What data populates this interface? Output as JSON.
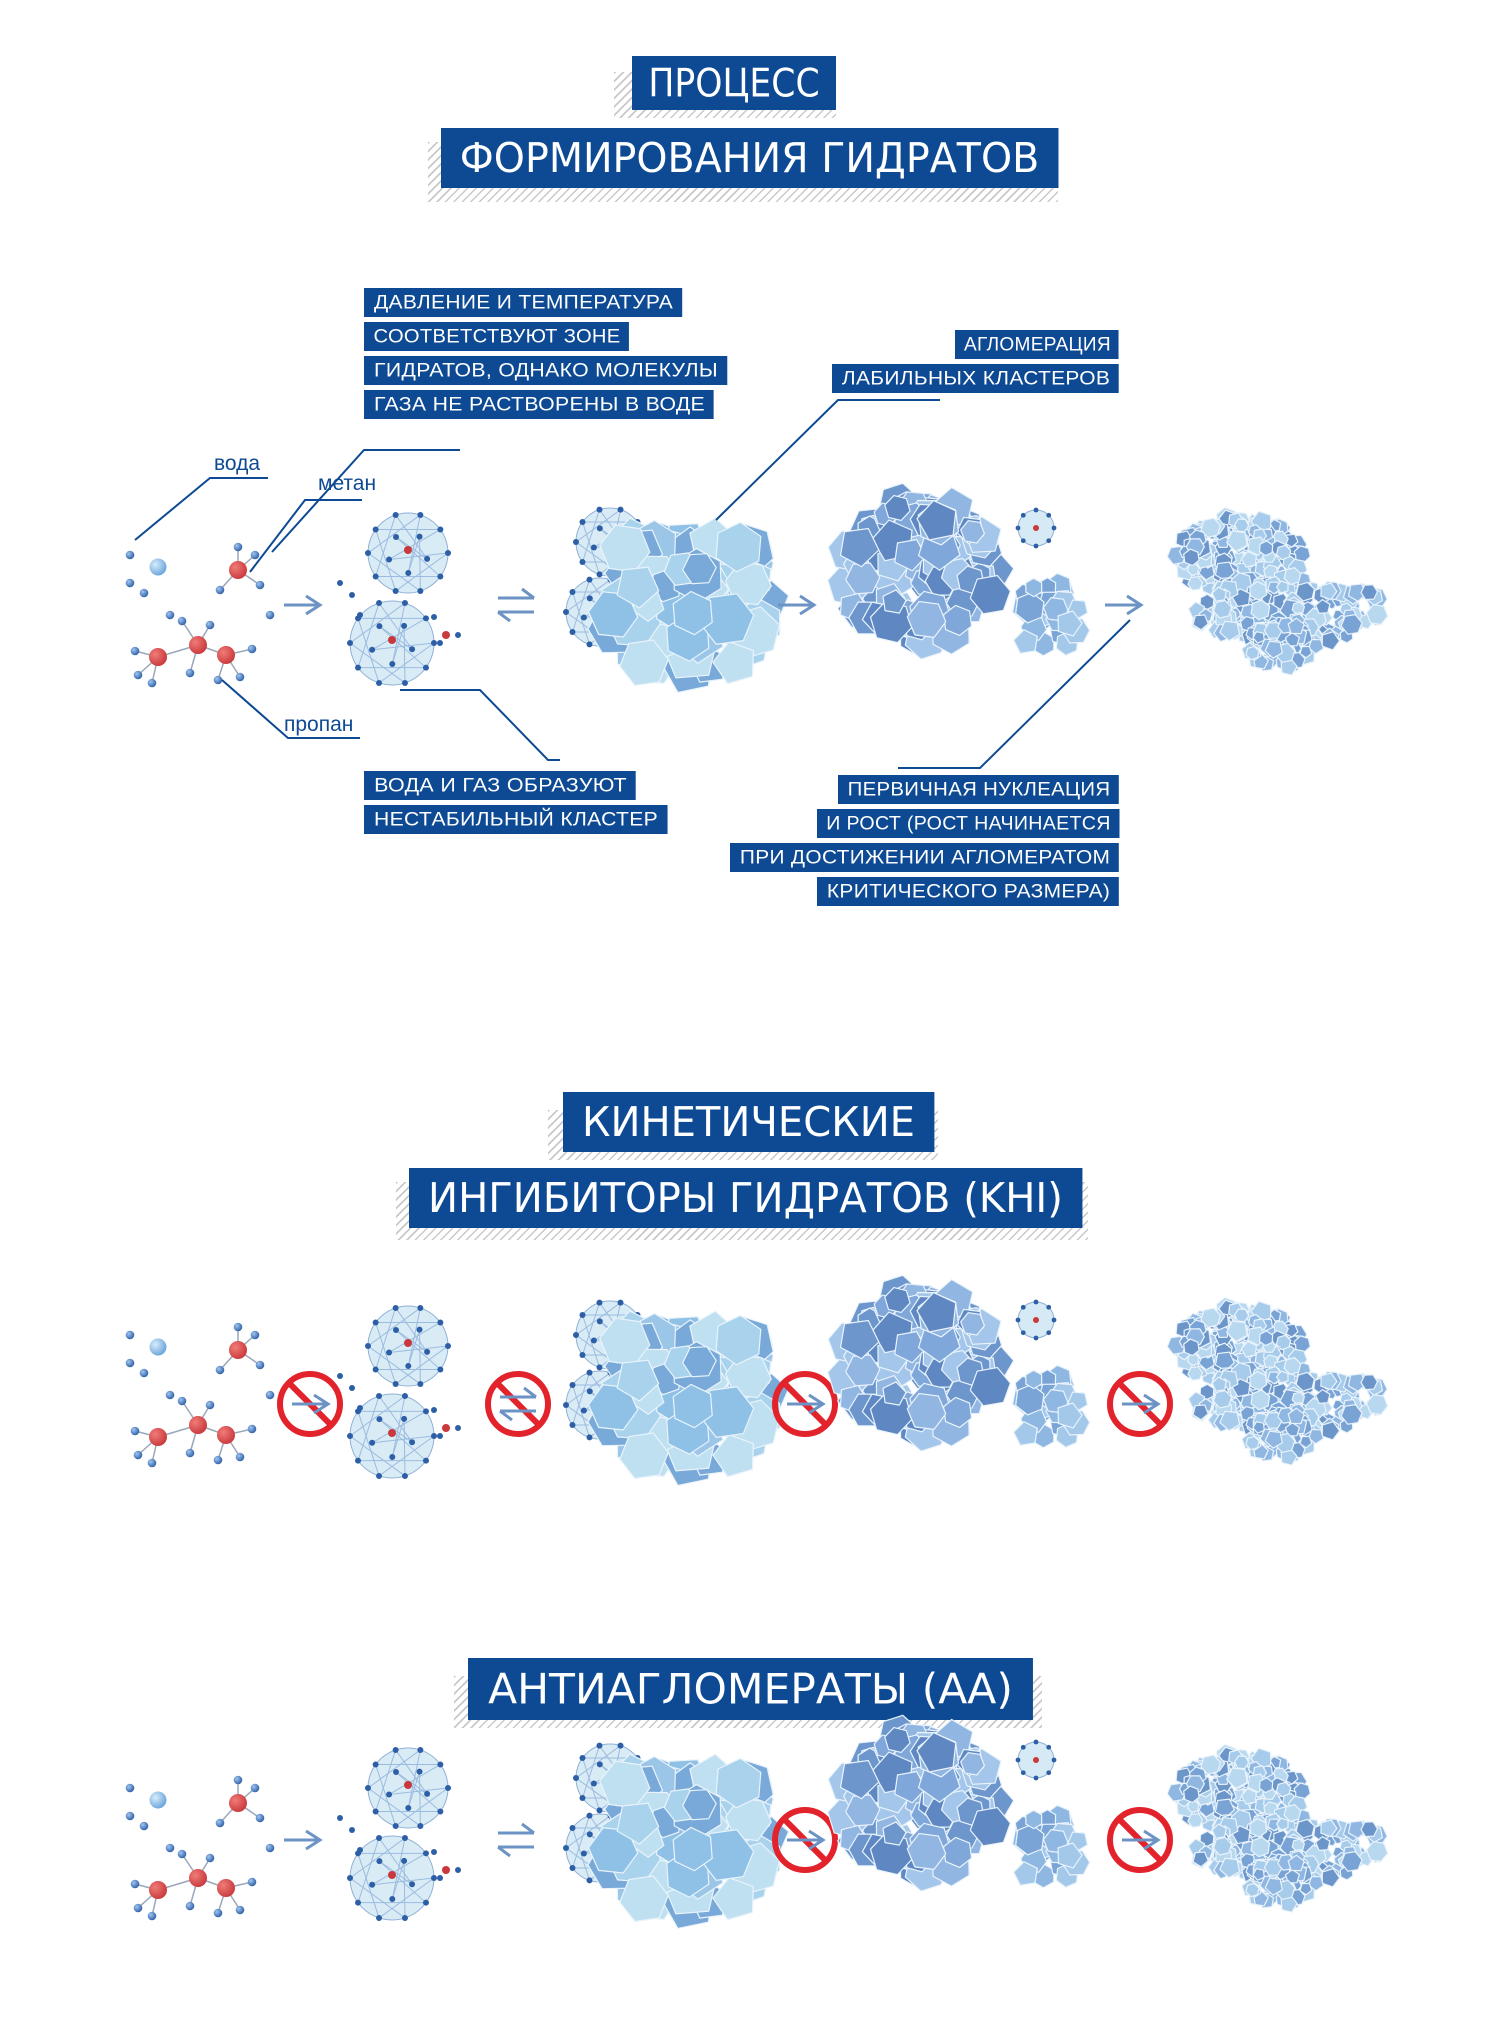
{
  "section1": {
    "title": [
      "ПРОЦЕСС",
      "ФОРМИРОВАНИЯ ГИДРАТОВ"
    ],
    "callout_conditions": [
      "ДАВЛЕНИЕ И ТЕМПЕРАТУРА",
      "СООТВЕТСТВУЮТ ЗОНЕ",
      "ГИДРАТОВ, ОДНАКО МОЛЕКУЛЫ",
      "ГАЗА НЕ РАСТВОРЕНЫ В ВОДЕ"
    ],
    "callout_agglomeration": [
      "АГЛОМЕРАЦИЯ",
      "ЛАБИЛЬНЫХ КЛАСТЕРОВ"
    ],
    "callout_unstable": [
      "ВОДА И ГАЗ ОБРАЗУЮТ",
      "НЕСТАБИЛЬНЫЙ КЛАСТЕР"
    ],
    "callout_nucleation": [
      "ПЕРВИЧНАЯ НУКЛЕАЦИЯ",
      "И РОСТ (РОСТ НАЧИНАЕТСЯ",
      "ПРИ ДОСТИЖЕНИИ АГЛОМЕРАТОМ",
      "КРИТИЧЕСКОГО РАЗМЕРА)"
    ],
    "label_water": "вода",
    "label_methane": "метан",
    "label_propane": "пропан"
  },
  "section2": {
    "title": [
      "КИНЕТИЧЕСКИЕ",
      "ИНГИБИТОРЫ ГИДРАТОВ (KHI)"
    ]
  },
  "section3": {
    "title": [
      "АНТИАГЛОМЕРАТЫ (АА)"
    ]
  },
  "colors": {
    "brand_blue": "#0d4a93",
    "arrow_blue": "#6c93c4",
    "prohibit_red": "#e3232c",
    "atom_red": "#c9383c",
    "atom_blue": "#2d5fa6",
    "crystal_light": "#b9dcee",
    "crystal_mid": "#8eb8e2",
    "crystal_dark": "#6d96cd"
  }
}
